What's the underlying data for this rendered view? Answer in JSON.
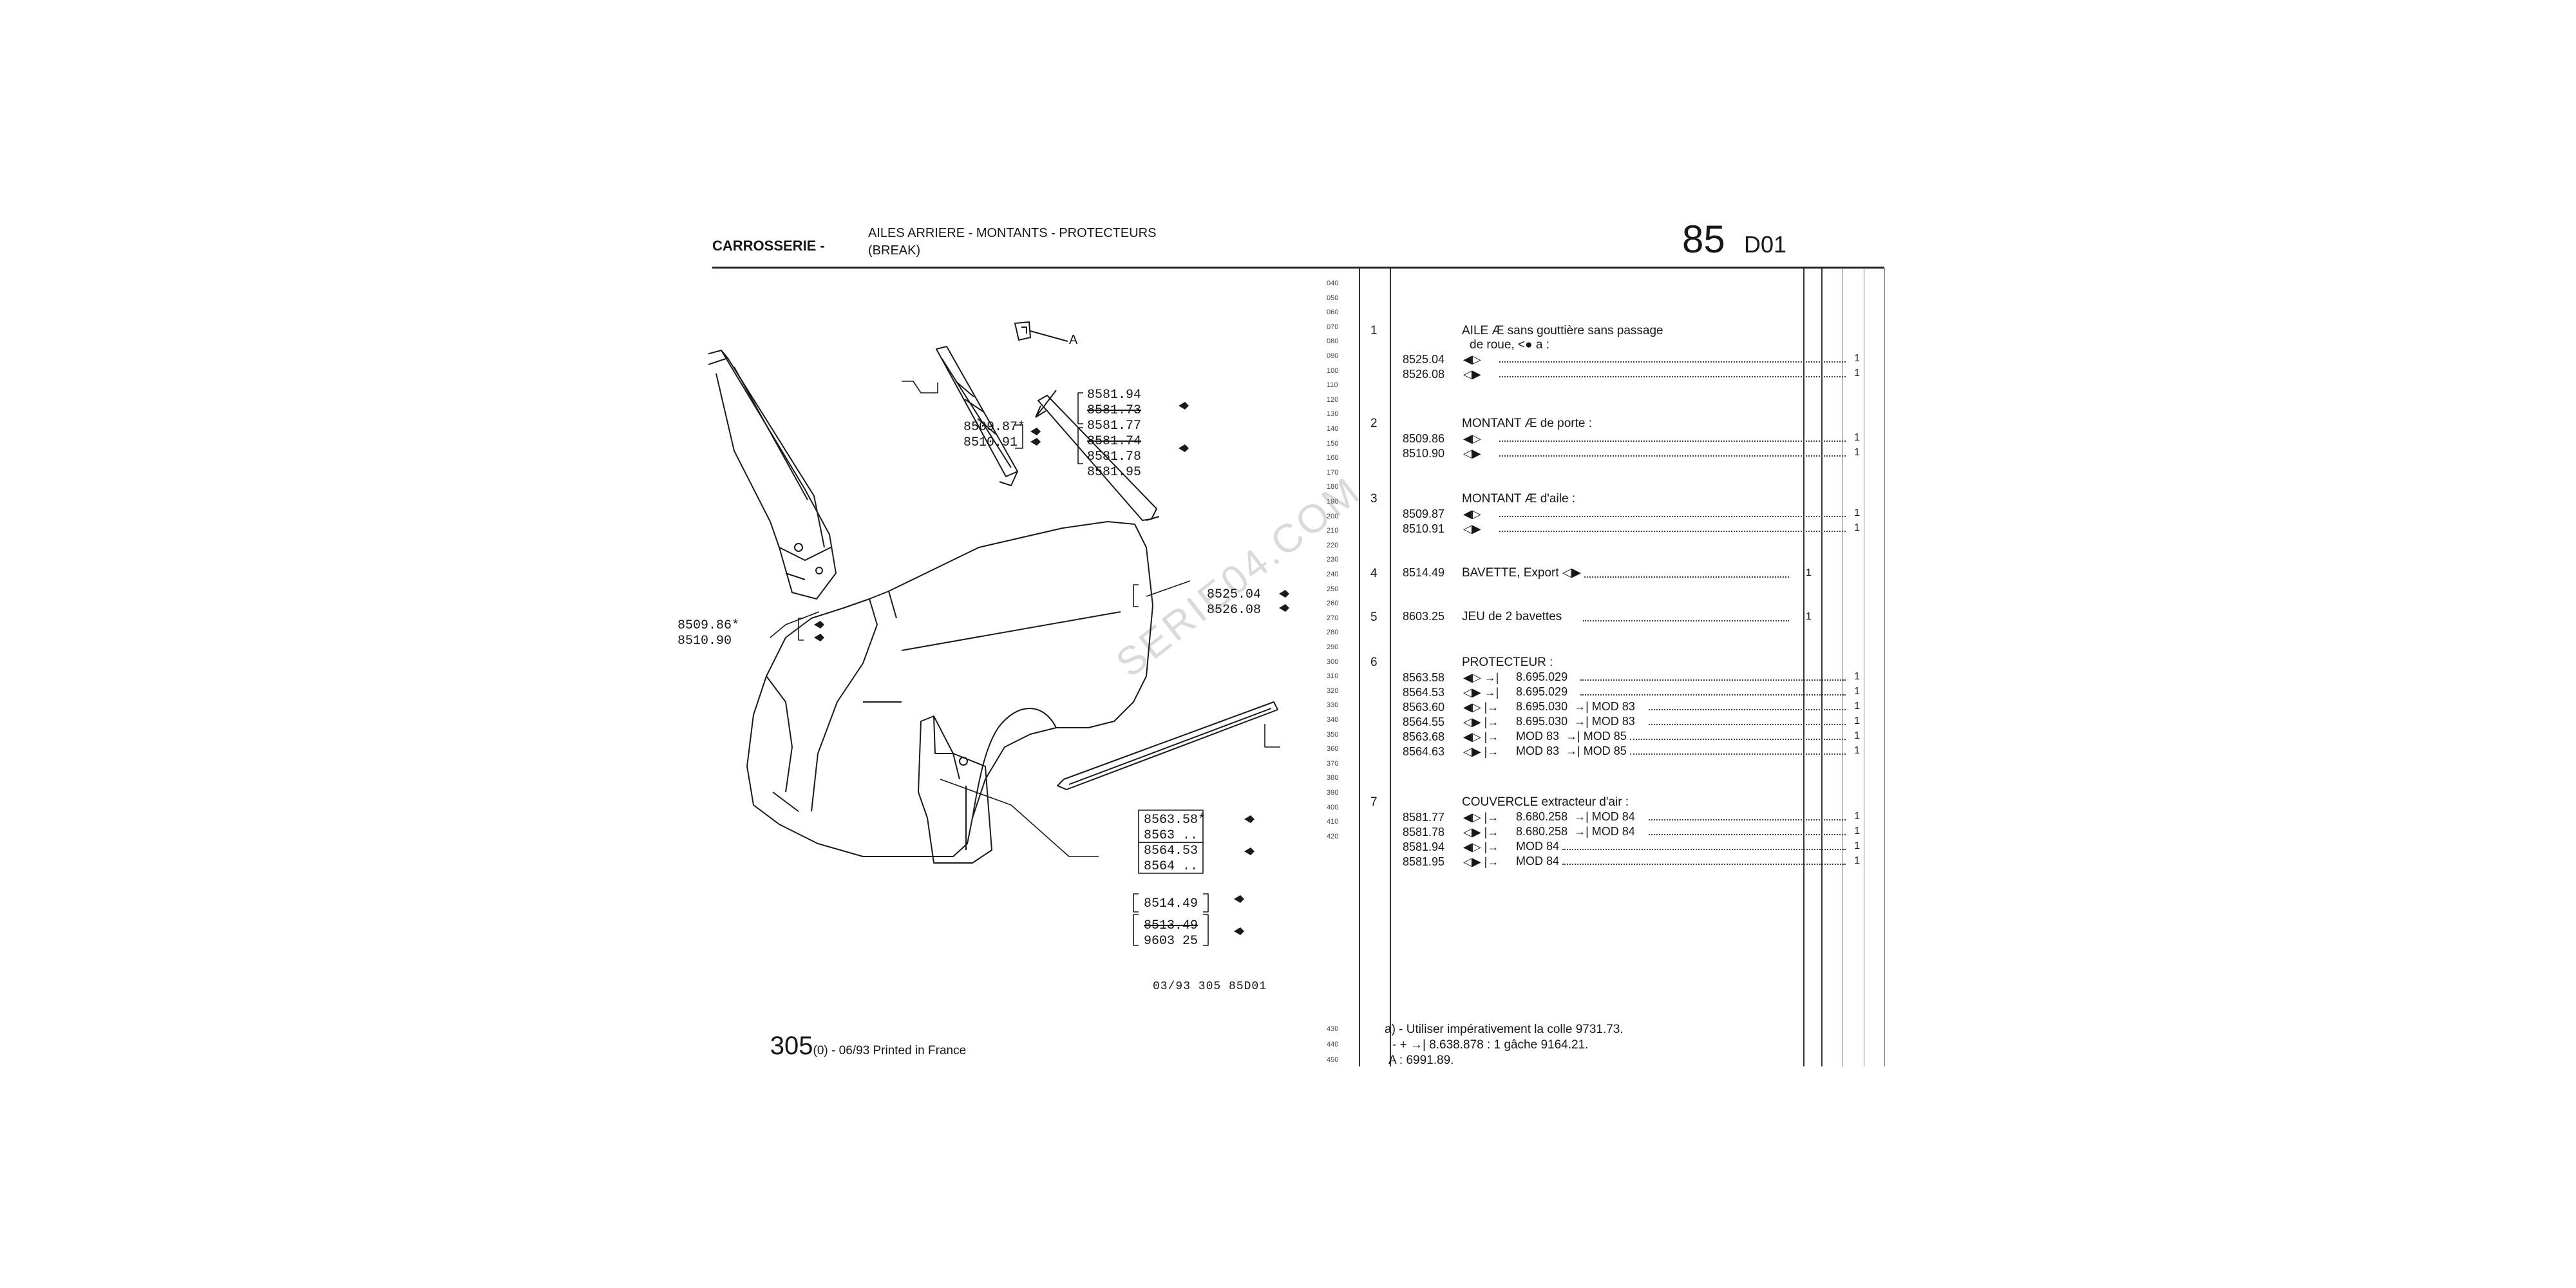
{
  "header": {
    "section": "CARROSSERIE -",
    "title_line1": "AILES ARRIERE - MONTANTS - PROTECTEURS",
    "title_line2": "(BREAK)",
    "group_number": "85",
    "group_code": "D01"
  },
  "diagram": {
    "label_a": "A",
    "callouts": {
      "pillar_trim_top": [
        "8509.87*",
        "8510.91"
      ],
      "strip_group": [
        "8581.94",
        "8581.73",
        "8581.77",
        "8581.74",
        "8581.78",
        "8581.95"
      ],
      "pillar_bottom": [
        "8509.86*",
        "8510.90"
      ],
      "wing": [
        "8525.04",
        "8526.08"
      ],
      "protector": [
        "8563.58*",
        "8563 ..",
        "8564.53",
        "8564 .."
      ],
      "flap": [
        "8514.49",
        "8513.49",
        "9603 25"
      ]
    },
    "footer_ref": "03/93 305 85D01",
    "footer_model": "305",
    "footer_variant": "(0)",
    "footer_print": " - 06/93 Printed in France"
  },
  "watermark": "SERIE04.COM",
  "gutter_numbers": [
    "040",
    "050",
    "060",
    "070",
    "080",
    "090",
    "100",
    "110",
    "120",
    "130",
    "140",
    "150",
    "160",
    "170",
    "180",
    "190",
    "200",
    "210",
    "220",
    "230",
    "240",
    "250",
    "260",
    "270",
    "280",
    "290",
    "300",
    "310",
    "320",
    "330",
    "340",
    "350",
    "360",
    "370",
    "380",
    "390",
    "400",
    "410",
    "420"
  ],
  "gutter_bottom": [
    "430",
    "440",
    "450"
  ],
  "items": [
    {
      "no": "1",
      "desc1": "AILE Æ sans gouttière sans passage",
      "desc2": "de roue, <● a :",
      "refs": [
        {
          "code": "8525.04",
          "glyph": "◀▷",
          "text": "",
          "qty": "1"
        },
        {
          "code": "8526.08",
          "glyph": "◁▶",
          "text": "",
          "qty": "1"
        }
      ]
    },
    {
      "no": "2",
      "desc1": "MONTANT Æ de porte :",
      "desc2": "",
      "refs": [
        {
          "code": "8509.86",
          "glyph": "◀▷",
          "text": "",
          "qty": "1"
        },
        {
          "code": "8510.90",
          "glyph": "◁▶",
          "text": "",
          "qty": "1"
        }
      ]
    },
    {
      "no": "3",
      "desc1": "MONTANT Æ d'aile :",
      "desc2": "",
      "refs": [
        {
          "code": "8509.87",
          "glyph": "◀▷",
          "text": "",
          "qty": "1"
        },
        {
          "code": "8510.91",
          "glyph": "◁▶",
          "text": "",
          "qty": "1"
        }
      ]
    },
    {
      "no": "4",
      "inline_code": "8514.49",
      "desc1": "BAVETTE, Export ◁▶",
      "desc2": "",
      "qty": "1",
      "refs": []
    },
    {
      "no": "5",
      "inline_code": "8603.25",
      "desc1": "JEU de 2 bavettes",
      "desc2": "",
      "qty": "1",
      "refs": []
    },
    {
      "no": "6",
      "desc1": "PROTECTEUR :",
      "desc2": "",
      "refs": [
        {
          "code": "8563.58",
          "glyph": "◀▷ →|",
          "text": "8.695.029",
          "qty": "1"
        },
        {
          "code": "8564.53",
          "glyph": "◁▶ →|",
          "text": "8.695.029",
          "qty": "1"
        },
        {
          "code": "8563.60",
          "glyph": "◀▷ |→",
          "text": "8.695.030  →| MOD 83",
          "qty": "1"
        },
        {
          "code": "8564.55",
          "glyph": "◁▶ |→",
          "text": "8.695.030  →| MOD 83",
          "qty": "1"
        },
        {
          "code": "8563.68",
          "glyph": "◀▷ |→",
          "text": "MOD 83  →| MOD 85",
          "qty": "1"
        },
        {
          "code": "8564.63",
          "glyph": "◁▶ |→",
          "text": "MOD 83  →| MOD 85",
          "qty": "1"
        }
      ]
    },
    {
      "no": "7",
      "desc1": "COUVERCLE extracteur d'air :",
      "desc2": "",
      "refs": [
        {
          "code": "8581.77",
          "glyph": "◀▷ |→",
          "text": "8.680.258  →| MOD 84",
          "qty": "1"
        },
        {
          "code": "8581.78",
          "glyph": "◁▶ |→",
          "text": "8.680.258  →| MOD 84",
          "qty": "1"
        },
        {
          "code": "8581.94",
          "glyph": "◀▷ |→",
          "text": "MOD 84",
          "qty": "1"
        },
        {
          "code": "8581.95",
          "glyph": "◁▶ |→",
          "text": "MOD 84",
          "qty": "1"
        }
      ]
    }
  ],
  "notes": {
    "a": "a) - Utiliser impérativement la colle 9731.73.",
    "b": "- + →| 8.638.878 : 1 gâche 9164.21.",
    "c": "A : 6991.89."
  }
}
